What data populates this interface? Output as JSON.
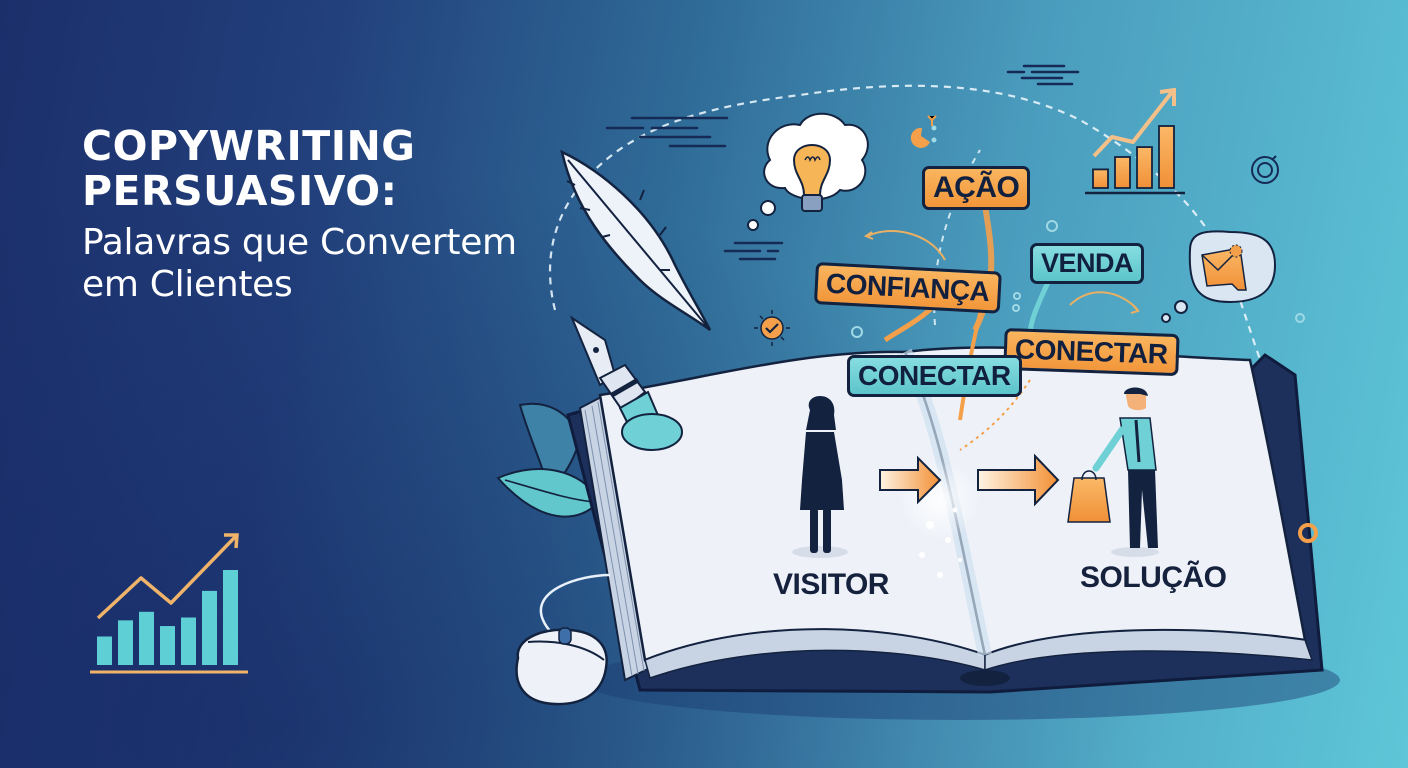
{
  "headline": {
    "title_line1": "COPYWRITING",
    "title_line2": "PERSUASIVO:",
    "subtitle_line1": "Palavras que Convertem",
    "subtitle_line2": "em Clientes"
  },
  "word_tags": {
    "acao": "AÇÃO",
    "confianca": "CONFIANÇA",
    "venda": "VENDA",
    "conectar_orange": "CONECTAR",
    "conectar_teal": "CONECTAR"
  },
  "book": {
    "left_label": "VISITOR",
    "right_label": "SOLUÇÃO"
  },
  "icons": [
    "feather-quill-icon",
    "fountain-pen-icon",
    "lightbulb-thought-icon",
    "growth-chart-icon",
    "refresh-icon",
    "email-thought-icon",
    "check-badge-icon",
    "computer-mouse-icon",
    "leaf-icon",
    "bar-chart-trend-icon"
  ],
  "colors": {
    "accent_orange": "#f4a04a",
    "accent_teal": "#6fd0d5",
    "navy": "#13223f",
    "page_white": "#eef2f8"
  },
  "chart_icon_bottom_left": {
    "bar_levels": [
      0.3,
      0.47,
      0.56,
      0.41,
      0.5,
      0.78,
      1.0
    ]
  },
  "chart_icon_top_right": {
    "bar_levels": [
      0.3,
      0.5,
      0.66,
      1.0
    ]
  }
}
